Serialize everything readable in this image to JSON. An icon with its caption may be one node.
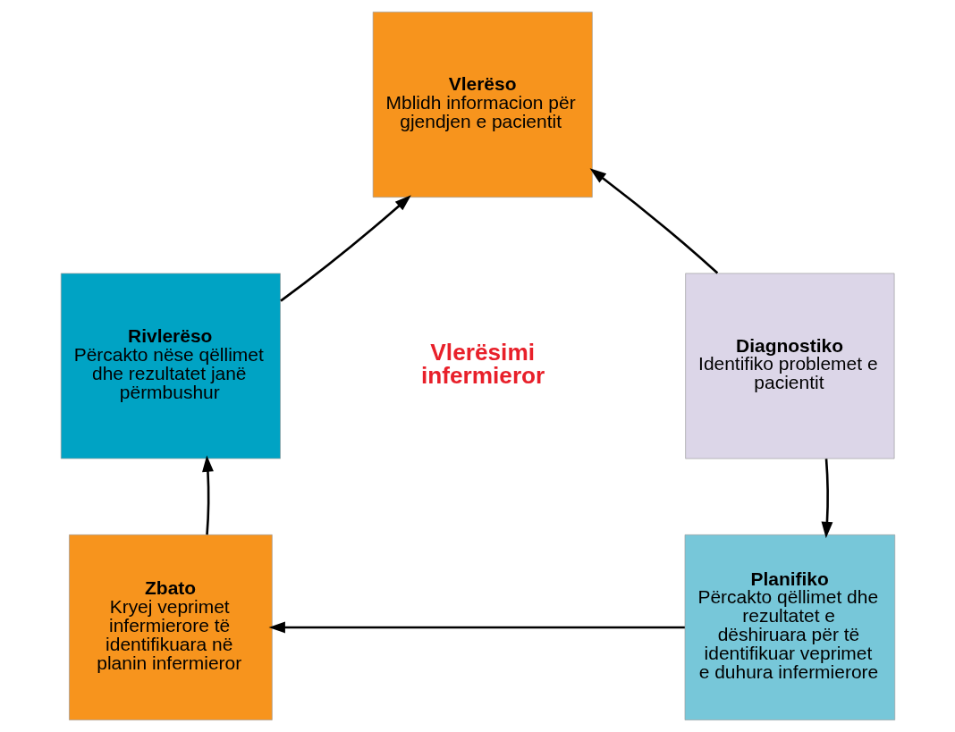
{
  "diagram": {
    "nodes": [
      {
        "text": [
          "Vlerëso",
          "Mblidh informacion për gjendjen e pacientit"
        ]
      },
      {
        "text": [
          "Diagnostiko",
          "Identifiko problemet e pacientit"
        ]
      },
      {
        "text": [
          "Planifiko",
          "Përcakto qëllimet dhe rezultatet e dëshiruara për të identifikuar veprimet e duhura infermierore"
        ]
      },
      {
        "text": [
          "Zbato",
          "Kryej veprimet infermierore të identifikuara në planin infermieror"
        ]
      },
      {
        "text": [
          "Rivlerëso",
          "Përcakto nëse qëllimet dhe rezultatet janë përmbushur"
        ]
      }
    ],
    "edges": [
      {
        "from": 1,
        "to": 0,
        "arrow": "to"
      },
      {
        "from": 1,
        "to": 2,
        "arrow": "to"
      },
      {
        "from": 2,
        "to": 3,
        "arrow": "to"
      },
      {
        "from": 3,
        "to": 4,
        "arrow": "to"
      },
      {
        "from": 4,
        "to": 0,
        "arrow": "to"
      }
    ],
    "labels": [
      "Vlerësimi infermieror"
    ]
  }
}
